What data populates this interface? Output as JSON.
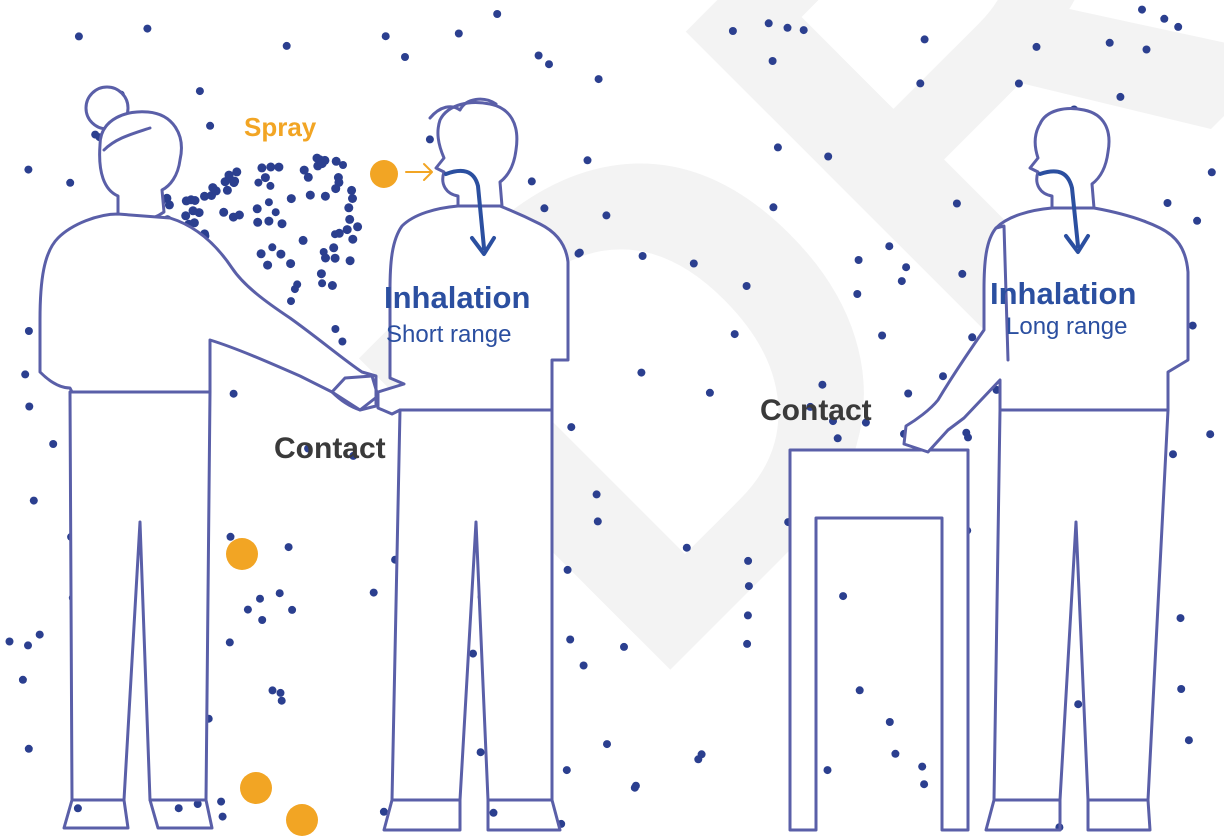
{
  "labels": {
    "spray": "Spray",
    "contact_left": "Contact",
    "inhalation_short_title": "Inhalation",
    "inhalation_short_sub": "Short range",
    "contact_right": "Contact",
    "inhalation_long_title": "Inhalation",
    "inhalation_long_sub": "Long range",
    "watermark": "DRAFT"
  },
  "colors": {
    "outline": "#5a5fa8",
    "aerosol": "#2b3f8f",
    "droplet": "#f2a524",
    "airflow": "#2b4fa0",
    "label_dark": "#3a3a3a",
    "watermark": "#f2f2f2"
  }
}
